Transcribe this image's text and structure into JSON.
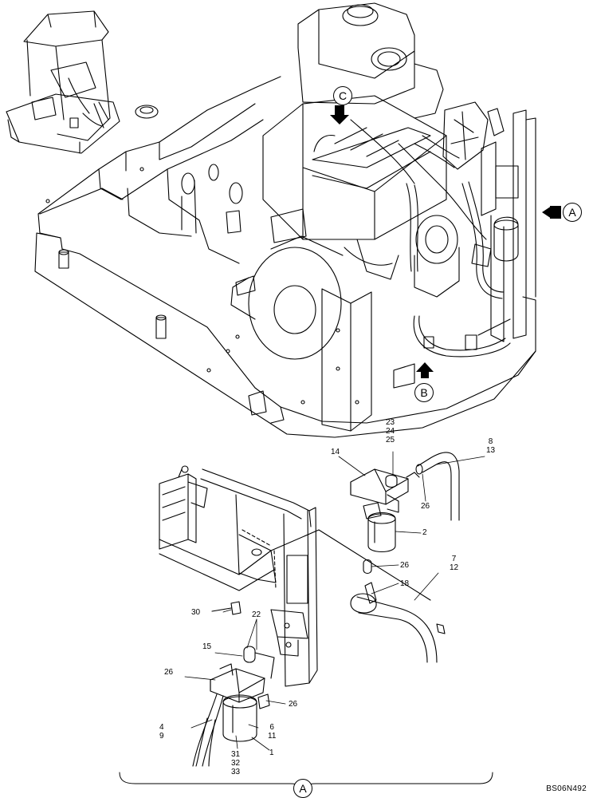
{
  "views": {
    "a": "A",
    "b": "B",
    "c": "C",
    "detail": "A"
  },
  "parts": {
    "p23": "23",
    "p24": "24",
    "p25": "25",
    "p14": "14",
    "p8": "8",
    "p13": "13",
    "p26a": "26",
    "p2": "2",
    "p26b": "26",
    "p7": "7",
    "p12": "12",
    "p18": "18",
    "p30": "30",
    "p22": "22",
    "p15": "15",
    "p26c": "26",
    "p26d": "26",
    "p4": "4",
    "p9": "9",
    "p6": "6",
    "p11": "11",
    "p31": "31",
    "p32": "32",
    "p33": "33",
    "p1": "1"
  },
  "drawing_code": "BS06N492"
}
